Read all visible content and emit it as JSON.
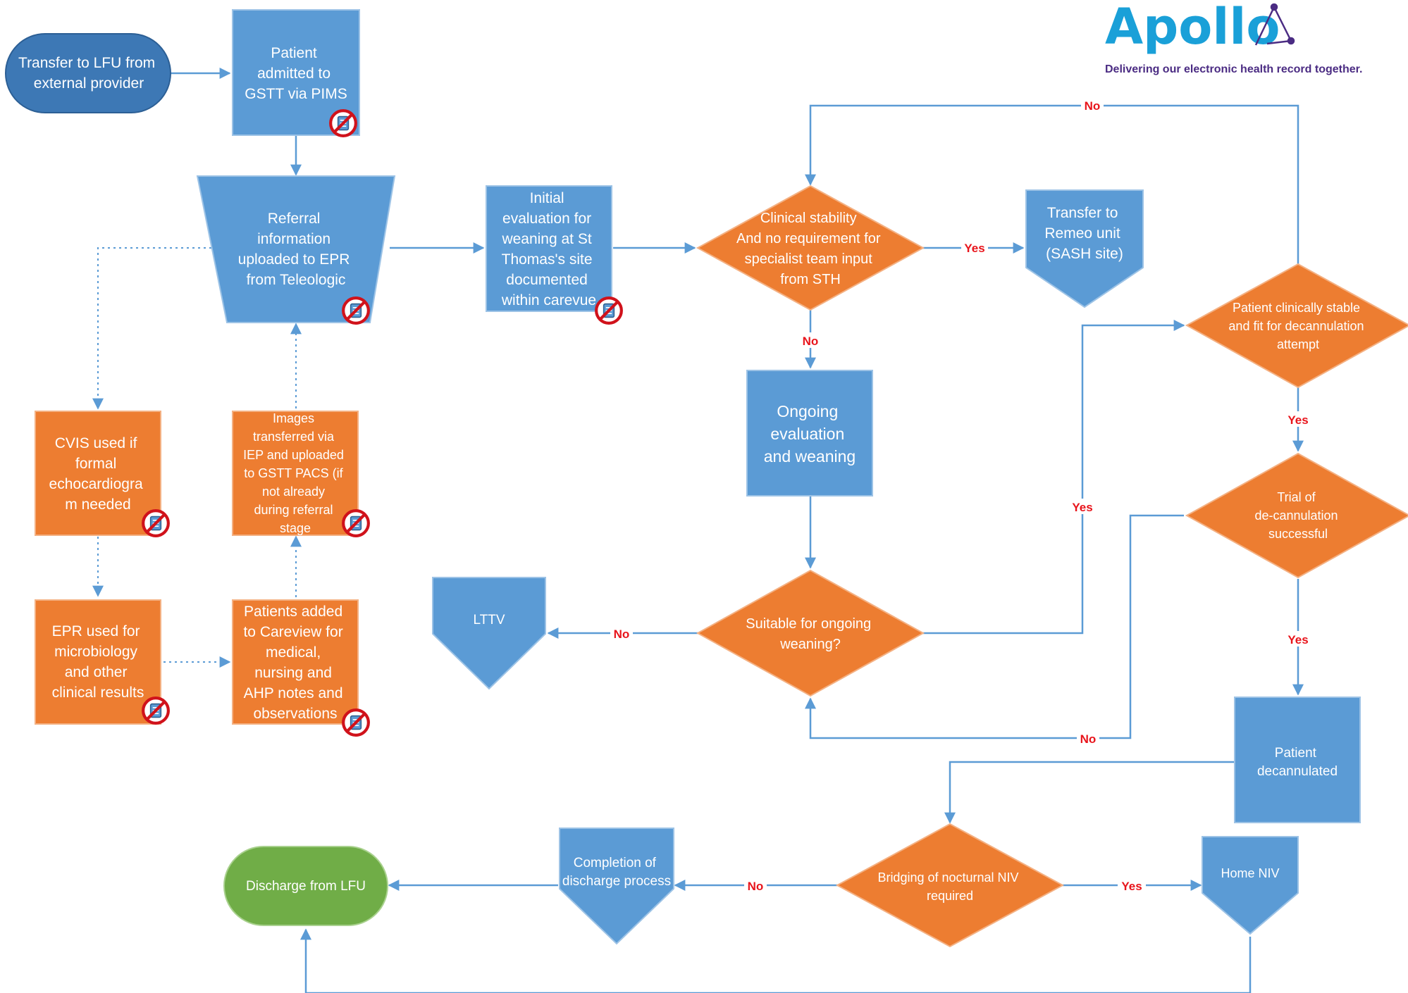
{
  "colors": {
    "blue": "#5b9bd5",
    "orange": "#ed7d31",
    "green": "#70ad47",
    "dark_blue": "#3d78b5",
    "edge": "#5b9bd5",
    "label_red": "#e8141b",
    "logo_blue": "#1aa0d8",
    "logo_purple": "#4b2c83"
  },
  "logo": {
    "word": "Apollo",
    "tagline": "Delivering our electronic health record together."
  },
  "nodes": {
    "transfer_lfu": [
      "Transfer to LFU from",
      "external provider"
    ],
    "admitted": [
      "Patient",
      "admitted to",
      "GSTT via PIMS"
    ],
    "referral": [
      "Referral",
      "information",
      "uploaded to EPR",
      "from Teleologic"
    ],
    "initial_eval": [
      "Initial",
      "evaluation for",
      "weaning at St",
      "Thomas's site",
      "documented",
      "within carevue"
    ],
    "clinical_stability": [
      "Clinical stability",
      "And no requirement for",
      "specialist team input",
      "from STH"
    ],
    "remeo": [
      "Transfer to",
      "Remeo unit",
      "(SASH site)"
    ],
    "ongoing": [
      "Ongoing",
      "evaluation",
      "and weaning"
    ],
    "fit_decann": [
      "Patient clinically stable",
      "and fit for decannulation",
      "attempt"
    ],
    "cvis": [
      "CVIS used if",
      "formal",
      "echocardiogra",
      "m needed"
    ],
    "images": [
      "Images",
      "transferred via",
      "IEP and uploaded",
      "to GSTT PACS (if",
      "not already",
      "during referral",
      "stage"
    ],
    "epr_micro": [
      "EPR used for",
      "microbiology",
      "and other",
      "clinical results"
    ],
    "careview": [
      "Patients added",
      "to Careview for",
      "medical,",
      "nursing and",
      "AHP notes and",
      "observations"
    ],
    "lttv": [
      "LTTV"
    ],
    "suitable": [
      "Suitable for ongoing",
      "weaning?"
    ],
    "trial": [
      "Trial of",
      "de-cannulation",
      "successful"
    ],
    "decannulated": [
      "Patient",
      "decannulated"
    ],
    "bridging": [
      "Bridging of nocturnal NIV",
      "required"
    ],
    "home_niv": [
      "Home NIV"
    ],
    "completion": [
      "Completion of",
      "discharge process"
    ],
    "discharge": [
      "Discharge from LFU"
    ]
  },
  "edge_labels": {
    "no_loop_top": "No",
    "yes_remeo": "Yes",
    "no_ongoing": "No",
    "yes_fit": "Yes",
    "yes_suitable": "Yes",
    "no_lttv": "No",
    "yes_decann": "Yes",
    "no_trial": "No",
    "no_bridging": "No",
    "yes_bridging": "Yes"
  },
  "icons": {
    "not_applicable": "no-entry-icon"
  }
}
